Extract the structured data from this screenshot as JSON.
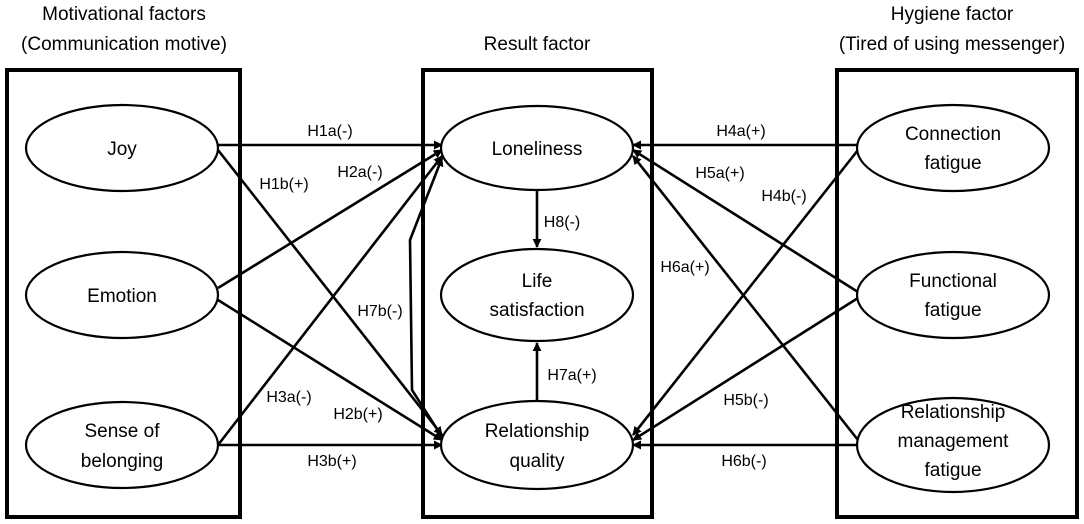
{
  "groups": {
    "motivational": {
      "title_line1": "Motivational factors",
      "title_line2": "(Communication motive)"
    },
    "result": {
      "title": "Result factor"
    },
    "hygiene": {
      "title_line1": "Hygiene factor",
      "title_line2": "(Tired of using messenger)"
    }
  },
  "nodes": {
    "joy": [
      "Joy"
    ],
    "emotion": [
      "Emotion"
    ],
    "belonging": [
      "Sense of",
      "belonging"
    ],
    "loneliness": [
      "Loneliness"
    ],
    "life_satisfaction": [
      "Life",
      "satisfaction"
    ],
    "relationship_quality": [
      "Relationship",
      "quality"
    ],
    "connection_fatigue": [
      "Connection",
      "fatigue"
    ],
    "functional_fatigue": [
      "Functional",
      "fatigue"
    ],
    "relationship_management_fatigue": [
      "Relationship",
      "management",
      "fatigue"
    ]
  },
  "hypotheses": {
    "H1a": "H1a(-)",
    "H1b": "H1b(+)",
    "H2a": "H2a(-)",
    "H2b": "H2b(+)",
    "H3a": "H3a(-)",
    "H3b": "H3b(+)",
    "H4a": "H4a(+)",
    "H4b": "H4b(-)",
    "H5a": "H5a(+)",
    "H5b": "H5b(-)",
    "H6a": "H6a(+)",
    "H6b": "H6b(-)",
    "H7a": "H7a(+)",
    "H7b": "H7b(-)",
    "H8": "H8(-)"
  }
}
